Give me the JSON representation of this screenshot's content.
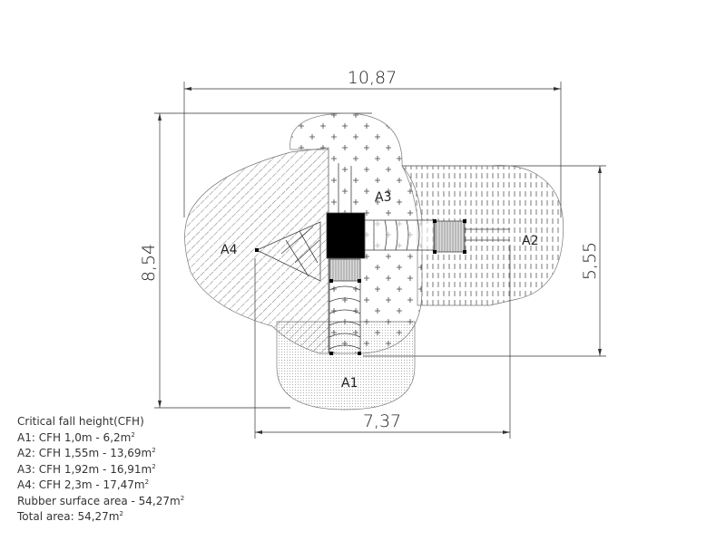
{
  "dimensions": {
    "top": "10,87",
    "left": "8,54",
    "right": "5,55",
    "bottom": "7,37"
  },
  "zones": {
    "a1": "A1",
    "a2": "A2",
    "a3": "A3",
    "a4": "A4"
  },
  "legend": {
    "title": "Critical fall height(CFH)",
    "lines": [
      {
        "text": "A1: CFH 1,0m - 6,2m",
        "sup": "2"
      },
      {
        "text": "A2: CFH 1,55m - 13,69m",
        "sup": "2"
      },
      {
        "text": "A3: CFH 1,92m - 16,91m",
        "sup": "2"
      },
      {
        "text": "A4: CFH 2,3m - 17,47m",
        "sup": "2"
      },
      {
        "text": "Rubber surface area - 54,27m",
        "sup": "2"
      },
      {
        "text": "Total area: 54,27m",
        "sup": "2"
      }
    ]
  }
}
